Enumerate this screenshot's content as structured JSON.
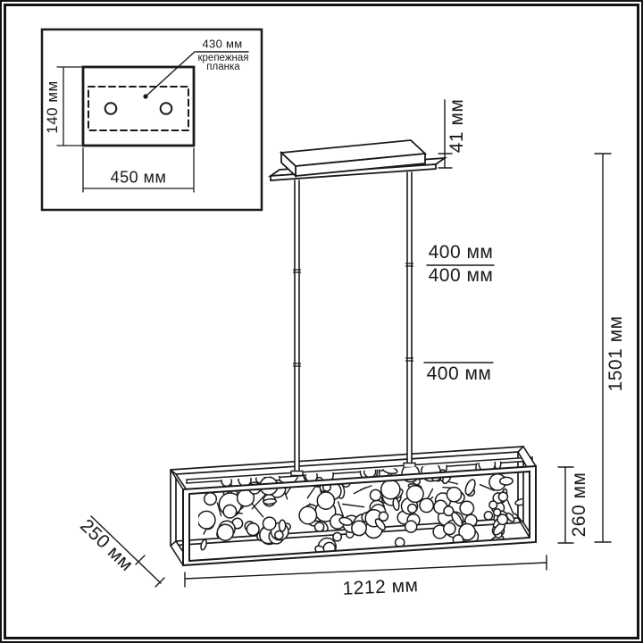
{
  "inset": {
    "plate_length_label": "430 мм",
    "plate_name_line1": "крепежная",
    "plate_name_line2": "планка",
    "canopy_width_label": "450 мм",
    "canopy_depth_label": "140 мм"
  },
  "dimensions": {
    "canopy_height": "41 мм",
    "rod_segment_1": "400 мм",
    "rod_segment_2": "400 мм",
    "rod_segment_3": "400 мм",
    "overall_height": "1501 мм",
    "body_height": "260 мм",
    "body_length": "1212 мм",
    "body_depth": "250 мм"
  },
  "colors": {
    "line": "#1a1a1a",
    "background": "#ffffff"
  }
}
